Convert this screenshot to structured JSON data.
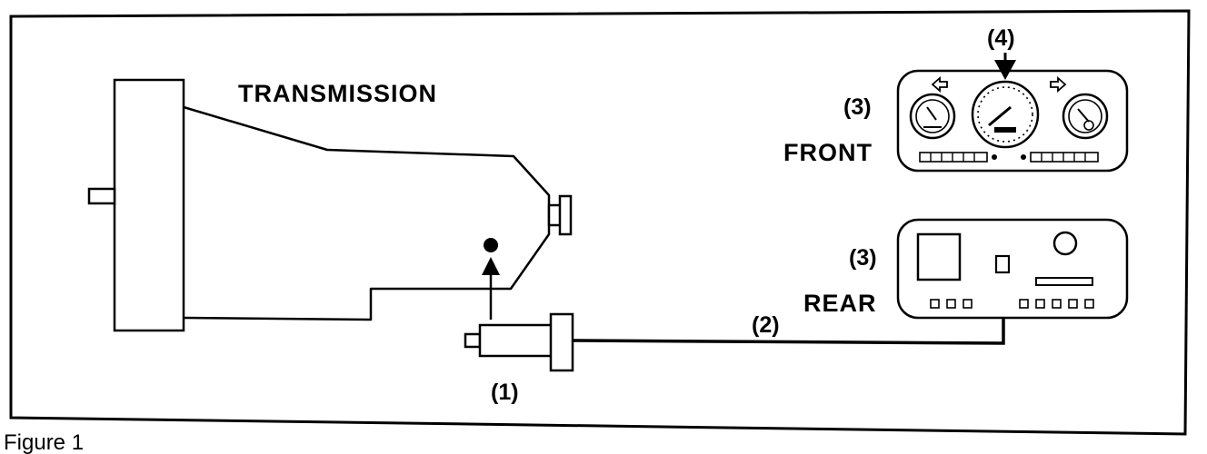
{
  "labels": {
    "transmission": "TRANSMISSION",
    "front": "FRONT",
    "rear": "REAR",
    "sensor": "(1)",
    "cable": "(2)",
    "front_callout": "(3)",
    "rear_callout": "(3)",
    "speedometer": "(4)"
  },
  "caption": "Figure 1"
}
